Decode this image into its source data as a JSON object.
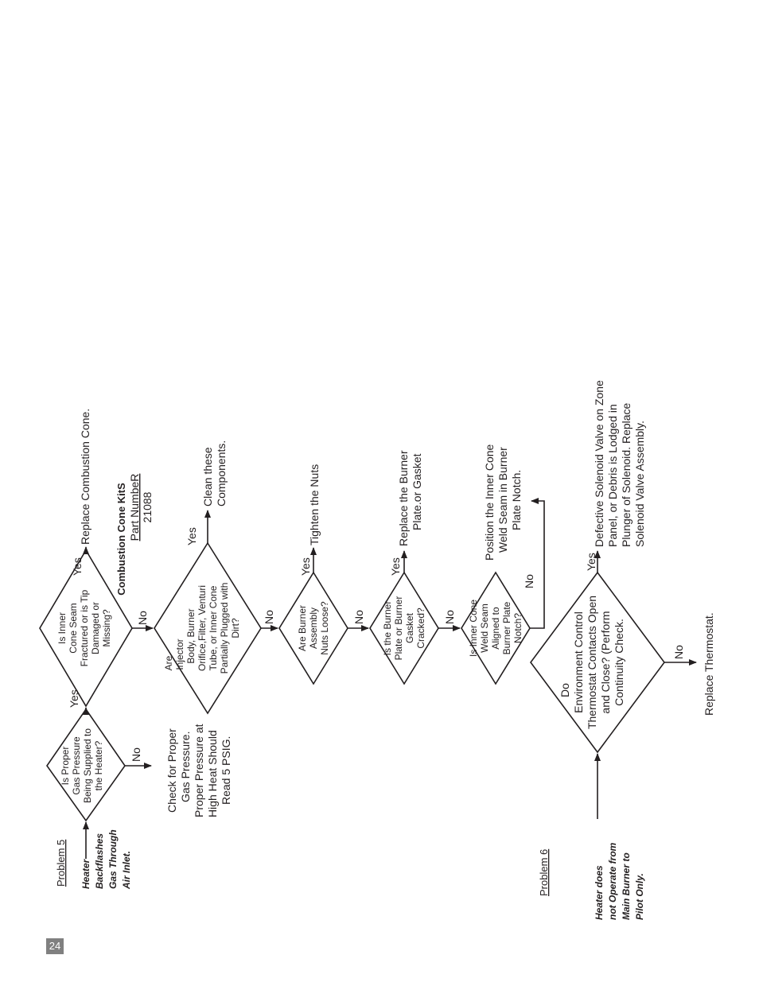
{
  "page_number": "24",
  "problem5": {
    "title": "Problem 5",
    "symptom": [
      "Heater",
      "Backflashes",
      "Gas Through",
      "Air Inlet."
    ],
    "d1": [
      "Is Proper",
      "Gas Pressure",
      "Being Supplied to",
      "the Heater?"
    ],
    "d1_yes": "Yes",
    "d1_no": "No",
    "d1_no_action": [
      "Check for Proper",
      "Gas Pressure.",
      "Proper Pressure at",
      "High Heat Should",
      "Read 5 PSIG."
    ],
    "d2": [
      "Is Inner",
      "Cone Seam",
      "Fractured or is Tip",
      "Damaged or",
      "Missing?"
    ],
    "d2_yes": "Yes",
    "d2_yes_action": "Replace Combustion Cone.",
    "d2_no": "No",
    "kit_title": "Combustion Cone KitS",
    "kit_part_label": "Part NumbeR",
    "kit_part_number": "21088",
    "d3": [
      "Are",
      "Injector",
      "Body, Burner",
      "Orifice,Filter,  Venturi",
      "Tube, or Inner Cone",
      "Partially Plugged with",
      "Dirt?"
    ],
    "d3_yes": "Yes",
    "d3_yes_action": [
      "Clean  these",
      "Components."
    ],
    "d3_no": "No",
    "d4": [
      "Are Burner",
      "Assembly",
      "Nuts Loose?"
    ],
    "d4_yes": "Yes",
    "d4_yes_action": "Tighten the Nuts",
    "d4_no": "No",
    "d5": [
      "Is  the Burner",
      "Plate or Burner",
      "Gasket",
      "Cracked?"
    ],
    "d5_yes": "Yes",
    "d5_yes_action": [
      "Replace the Burner",
      "Plate.or Gasket"
    ],
    "d5_no": "No",
    "d6": [
      "Is Inner Cone",
      "Weld Seam",
      "Aligned to",
      "Burner Plate",
      "Notch?"
    ],
    "d6_no": "No",
    "d6_no_action": [
      "Position the Inner Cone",
      "Weld Seam in Burner",
      "Plate Notch."
    ]
  },
  "problem6": {
    "title": "Problem 6",
    "symptom": [
      "Heater does",
      "not Operate from",
      "Main Burner to",
      "Pilot Only."
    ],
    "d1": [
      "Do",
      "Environment Control",
      "Thermostat Contacts Open",
      "and Close?  (Perform",
      "Continuity Check."
    ],
    "d1_yes": "Yes",
    "d1_yes_action": [
      "Defective Solenoid Valve on Zone",
      "Panel, or Debris is Lodged in",
      "Plunger of Solenoid.  Replace",
      "Solenoid Valve Assembly."
    ],
    "d1_no": "No",
    "d1_no_action": "Replace Thermostat."
  }
}
